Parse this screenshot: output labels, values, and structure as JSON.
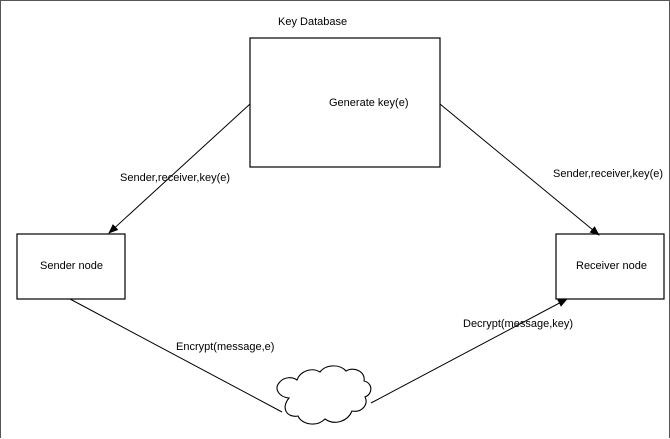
{
  "diagram": {
    "db_title": "Key Database",
    "generate_label": "Generate key(e)",
    "sender_node_label": "Sender node",
    "receiver_node_label": "Receiver node",
    "edge_db_to_sender": "Sender,receiver,key(e)",
    "edge_db_to_receiver": "Sender,receiver,key(e)",
    "edge_sender_to_cloud": "Encrypt(message,e)",
    "edge_cloud_to_receiver": "Decrypt(message,key)",
    "cloud_icon": "cloud-icon"
  }
}
